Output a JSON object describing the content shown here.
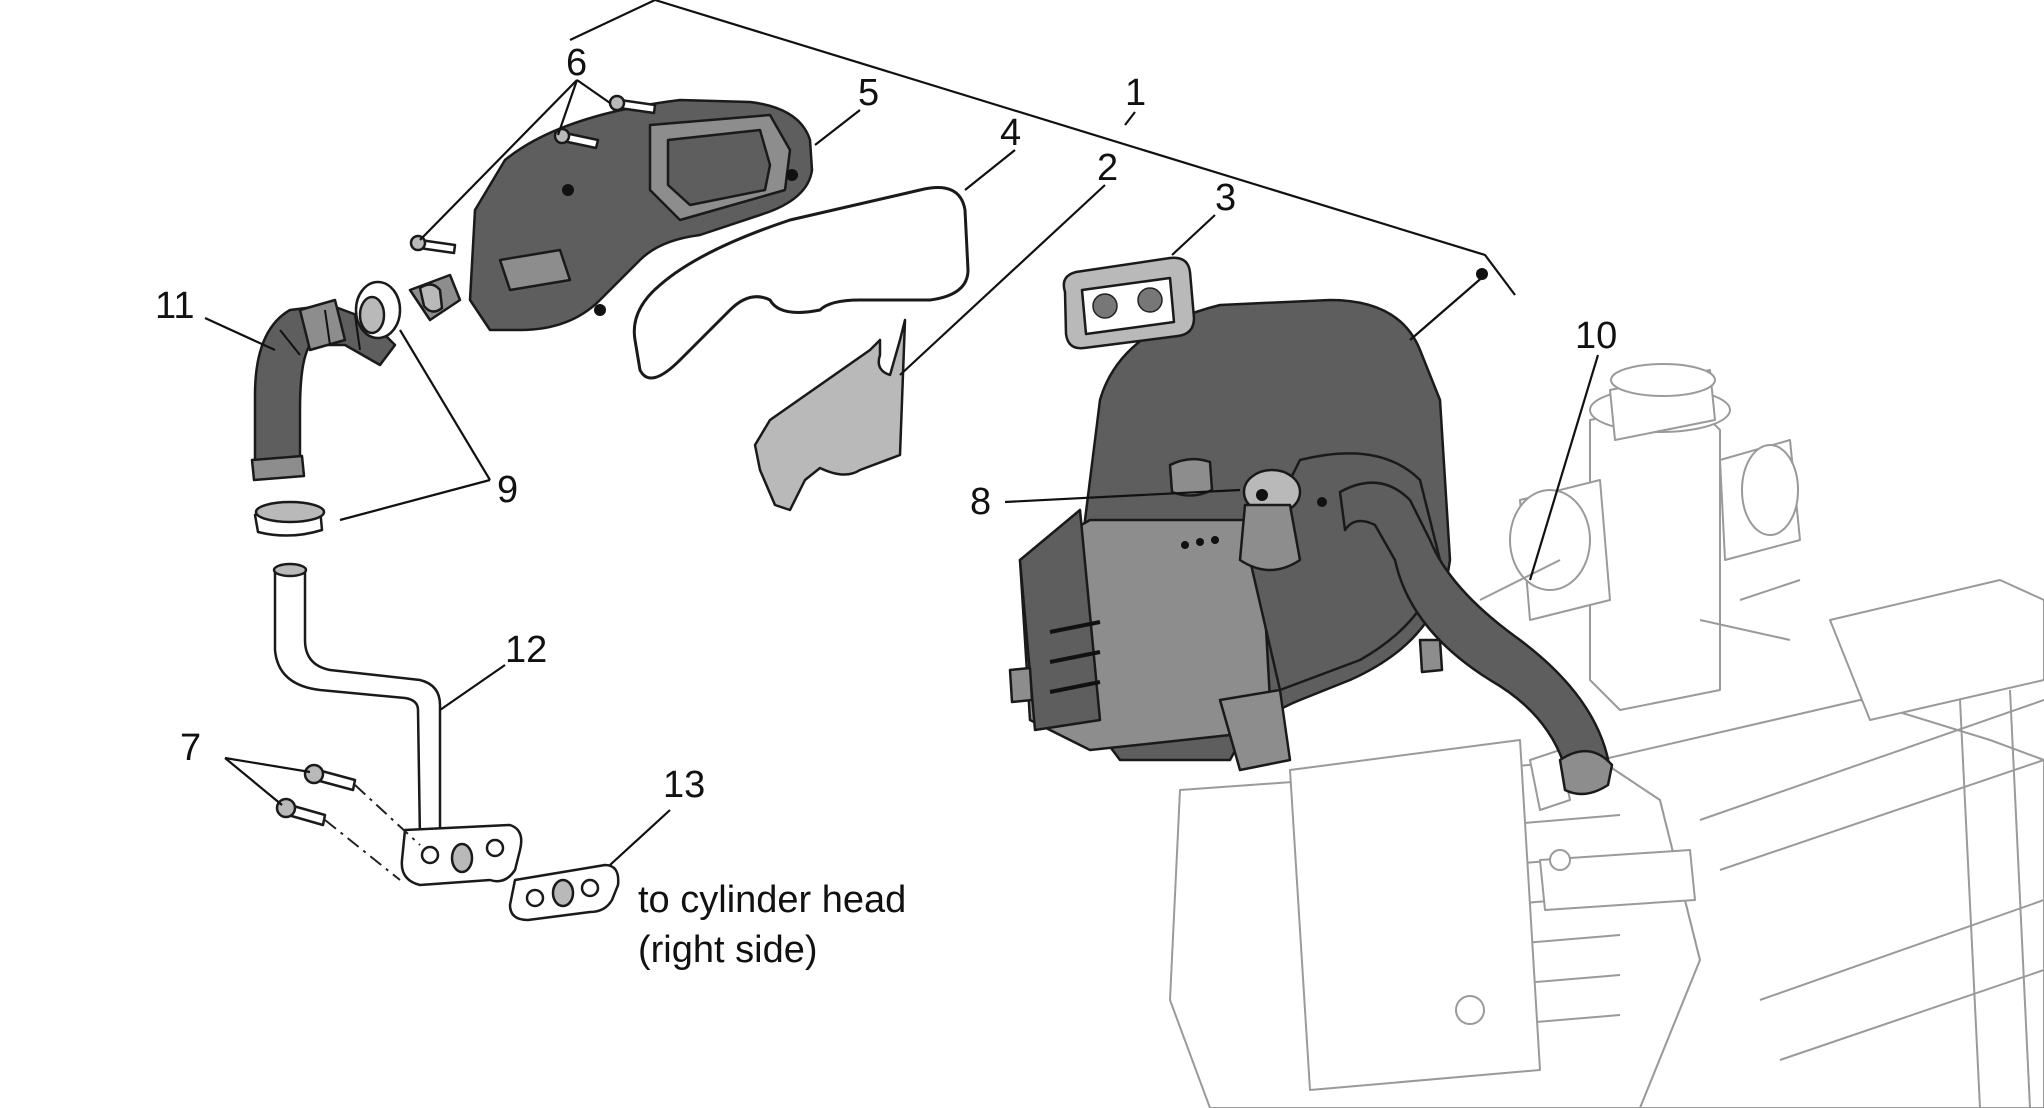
{
  "diagram": {
    "callouts": [
      {
        "id": "1",
        "label": "1"
      },
      {
        "id": "2",
        "label": "2"
      },
      {
        "id": "3",
        "label": "3"
      },
      {
        "id": "4",
        "label": "4"
      },
      {
        "id": "5",
        "label": "5"
      },
      {
        "id": "6",
        "label": "6"
      },
      {
        "id": "7",
        "label": "7"
      },
      {
        "id": "8",
        "label": "8"
      },
      {
        "id": "9",
        "label": "9"
      },
      {
        "id": "10",
        "label": "10"
      },
      {
        "id": "11",
        "label": "11"
      },
      {
        "id": "12",
        "label": "12"
      },
      {
        "id": "13",
        "label": "13"
      }
    ],
    "note": {
      "line1": "to cylinder head",
      "line2": "(right side)"
    }
  }
}
